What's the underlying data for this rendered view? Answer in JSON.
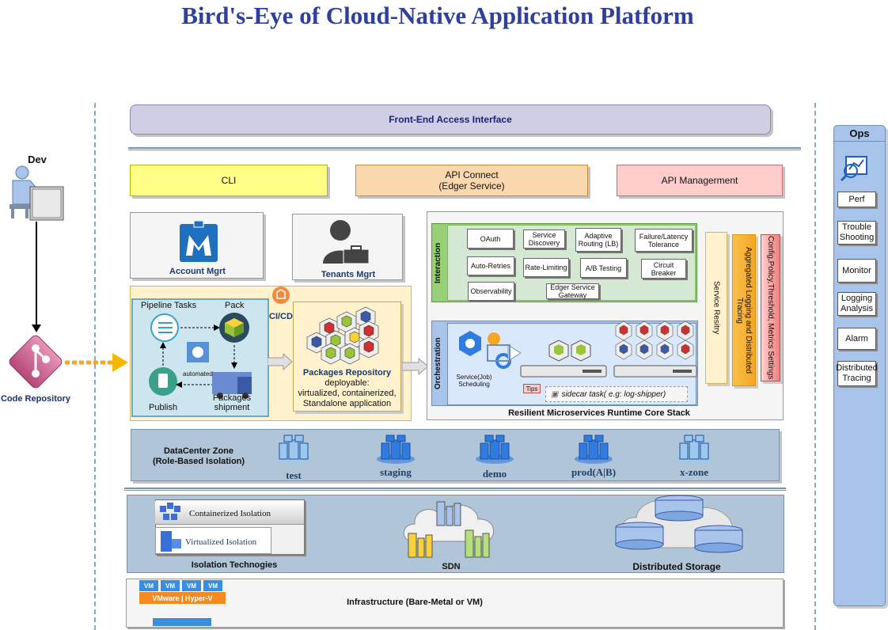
{
  "title": "Bird's-Eye of Cloud-Native Application Platform",
  "dev": {
    "label": "Dev"
  },
  "code_repo": {
    "label": "Code Repository"
  },
  "frontend": {
    "label": "Front-End Access Interface"
  },
  "cli": {
    "label": "CLI"
  },
  "api_connect": {
    "line1": "API Connect",
    "line2": "(Edger Service)"
  },
  "api_mgmt": {
    "label": "API Managerment"
  },
  "account": {
    "label": "Account Mgrt"
  },
  "tenants": {
    "label": "Tenants Mgrt"
  },
  "cicd": {
    "label": "CI/CD",
    "pipeline": "Pipeline Tasks",
    "pack": "Pack",
    "automated": "automated",
    "publish": "Publish",
    "shipment_line1": "Packages",
    "shipment_line2": "shipment"
  },
  "packages": {
    "title": "Packages Repository",
    "line1": "deployable:",
    "line2": "virtualized, containerized,",
    "line3": "Standalone application"
  },
  "core": {
    "label": "Resilient Microservices Runtime Core Stack",
    "interaction_label": "Interaction",
    "interaction_items": {
      "oauth": "OAuth",
      "service_discovery": "Service Discovery",
      "adaptive_routing": "Adaptive Routing (LB)",
      "failure_tolerance": "Failure/Latency Tolerance",
      "auto_retries": "Auto-Retries",
      "rate_limiting": "Rate-Limiting",
      "ab_testing": "A/B Testing",
      "circuit_breaker": "Circuit Breaker",
      "observability": "Observability",
      "edge_gateway": "Edger Service Gateway"
    },
    "orchestration_label": "Orchestration",
    "scheduling": "Service(Job) Scheduling",
    "tips": "Tips",
    "sidecar": "sidecar task( e.g: log-shipper)",
    "service_registry": "Service Resitry",
    "logging_tracing": "Aggregated Logging and Distributed Tracing",
    "config": "Config,Policy,Threshold, Metrics Settings"
  },
  "datacenter": {
    "line1": "DataCenter Zone",
    "line2": "(Role-Based Isolation)",
    "zones": [
      "test",
      "staging",
      "demo",
      "prod(A|B)",
      "x-zone"
    ]
  },
  "isolation": {
    "containerized": "Containerized Isolation",
    "virtualized": "Virtualized Isolation",
    "label": "Isolation Technogies",
    "sdn": "SDN",
    "storage": "Distributed Storage"
  },
  "infra": {
    "label": "Infrastructure (Bare-Metal or VM)",
    "vm": "VM",
    "hypervisor": "VMware | Hyper-V"
  },
  "ops": {
    "title": "Ops",
    "items": [
      "Perf",
      "Trouble Shooting",
      "Monitor",
      "Logging Analysis",
      "Alarm",
      "Distributed Tracing"
    ]
  },
  "colors": {
    "title": "#2e3f9e",
    "cli": "#ffff88",
    "api_connect": "#fad7ac",
    "api_mgmt": "#ffcccc",
    "frontend": "#d0cee2",
    "interaction": "#97d077",
    "orchestration": "#a9c4eb",
    "datacenter": "#b1c5d8",
    "ops": "#a9c4eb"
  }
}
